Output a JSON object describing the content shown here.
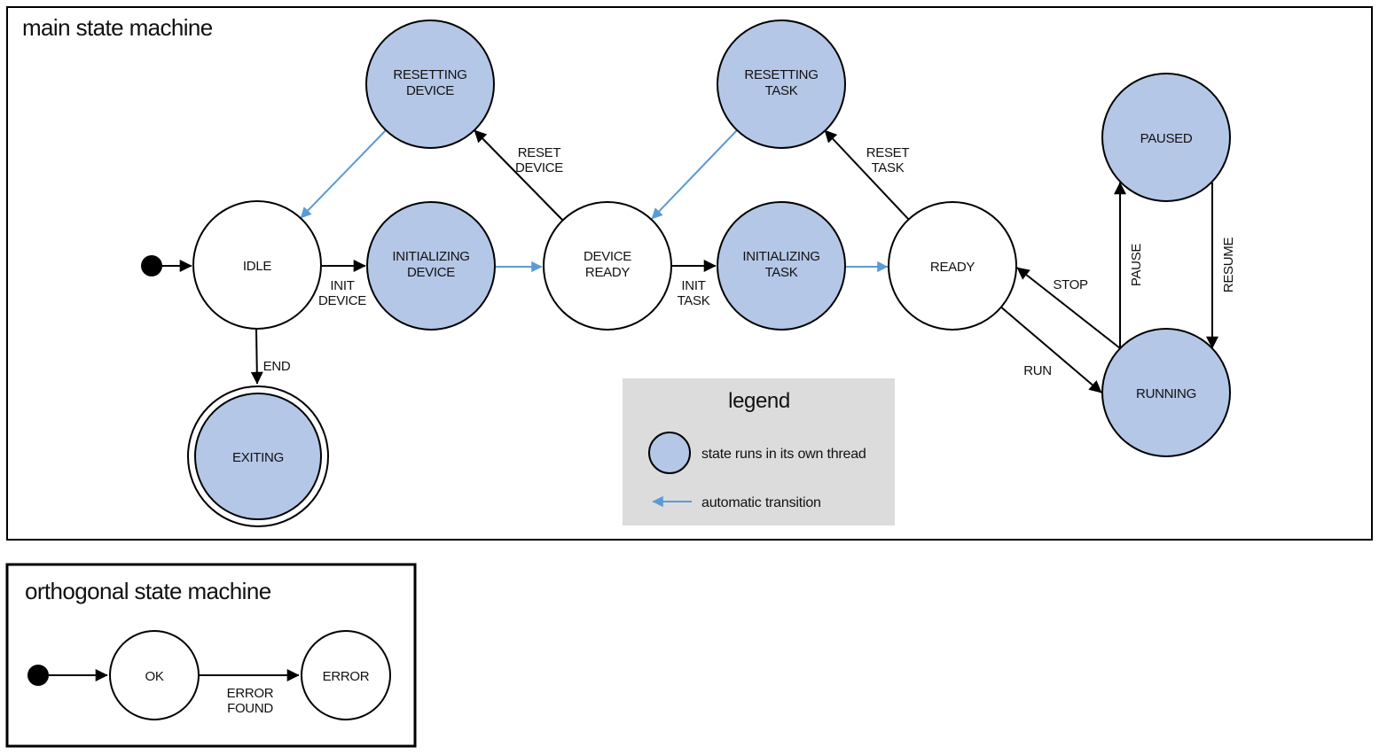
{
  "main": {
    "title": "main state machine",
    "states": {
      "idle": {
        "label": "IDLE"
      },
      "resetting_device": {
        "line1": "RESETTING",
        "line2": "DEVICE"
      },
      "initializing_device": {
        "line1": "INITIALIZING",
        "line2": "DEVICE"
      },
      "device_ready": {
        "line1": "DEVICE",
        "line2": "READY"
      },
      "resetting_task": {
        "line1": "RESETTING",
        "line2": "TASK"
      },
      "initializing_task": {
        "line1": "INITIALIZING",
        "line2": "TASK"
      },
      "ready": {
        "label": "READY"
      },
      "paused": {
        "label": "PAUSED"
      },
      "running": {
        "label": "RUNNING"
      },
      "exiting": {
        "label": "EXITING"
      }
    },
    "transitions": {
      "init_device": {
        "line1": "INIT",
        "line2": "DEVICE"
      },
      "reset_device": {
        "line1": "RESET",
        "line2": "DEVICE"
      },
      "init_task": {
        "line1": "INIT",
        "line2": "TASK"
      },
      "reset_task": {
        "line1": "RESET",
        "line2": "TASK"
      },
      "stop": {
        "label": "STOP"
      },
      "run": {
        "label": "RUN"
      },
      "pause": {
        "label": "PAUSE"
      },
      "resume": {
        "label": "RESUME"
      },
      "end": {
        "label": "END"
      }
    }
  },
  "legend": {
    "title": "legend",
    "threaded_state": "state runs in its own thread",
    "automatic_transition": "automatic transition"
  },
  "orthogonal": {
    "title": "orthogonal state machine",
    "states": {
      "ok": {
        "label": "OK"
      },
      "error": {
        "label": "ERROR"
      }
    },
    "transitions": {
      "error_found": {
        "line1": "ERROR",
        "line2": "FOUND"
      }
    }
  },
  "colors": {
    "threaded_state_fill": "#b4c7e7",
    "automatic_transition_stroke": "#5b9bd5",
    "legend_background": "#dcdcdc",
    "outline": "#000000"
  }
}
